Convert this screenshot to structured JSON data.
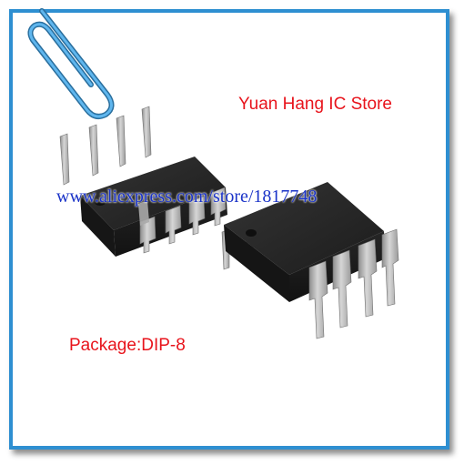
{
  "store": {
    "name": "Yuan Hang IC Store",
    "url": "www.aliexpress.com/store/1817748"
  },
  "product": {
    "package_label": "Package:DIP-8"
  },
  "colors": {
    "frame_border": "#2e8fd1",
    "store_name_text": "#e8141c",
    "url_text": "#1a33c8",
    "package_text": "#e8141c",
    "chip_body": "#1e1e1e",
    "pin_metal": "#b7b7b7",
    "paperclip": "#3a9fe0"
  },
  "icons": [
    "paperclip-icon"
  ]
}
